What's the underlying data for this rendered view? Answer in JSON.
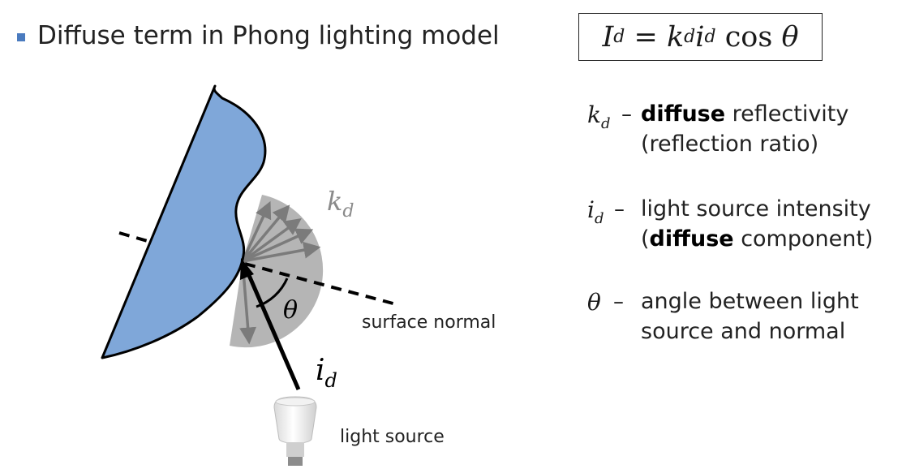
{
  "header": {
    "title": "Diffuse term in Phong lighting model",
    "formula": {
      "lhs": "I",
      "lhs_sub": "d",
      "eq": " = ",
      "k": "k",
      "k_sub": "d",
      "i": "i",
      "i_sub": "d",
      "cos": " cos ",
      "theta": "θ"
    }
  },
  "legend": {
    "items": [
      {
        "symbol": "k",
        "sub": "d",
        "dash": "–",
        "line1_bold": "diffuse",
        "line1_rest": " reflectivity",
        "line2": "(reflection ratio)"
      },
      {
        "symbol": "i",
        "sub": "d",
        "dash": "–",
        "line1": "light source intensity",
        "line2_open": "(",
        "line2_bold": "diffuse",
        "line2_rest": " component)"
      },
      {
        "symbol": "θ",
        "sub": "",
        "dash": "–",
        "line1": "angle between light",
        "line2": "source and normal"
      }
    ]
  },
  "diagram": {
    "kd_label": "k",
    "kd_sub": "d",
    "theta_label": "θ",
    "surface_normal_label": "surface normal",
    "id_label": "i",
    "id_sub": "d",
    "light_source_label": "light source",
    "colors": {
      "surface": "#7fa7d9",
      "fan": "#b5b5b5",
      "arrows": "#7b7b7b",
      "bullet": "#4a7bbf"
    }
  }
}
